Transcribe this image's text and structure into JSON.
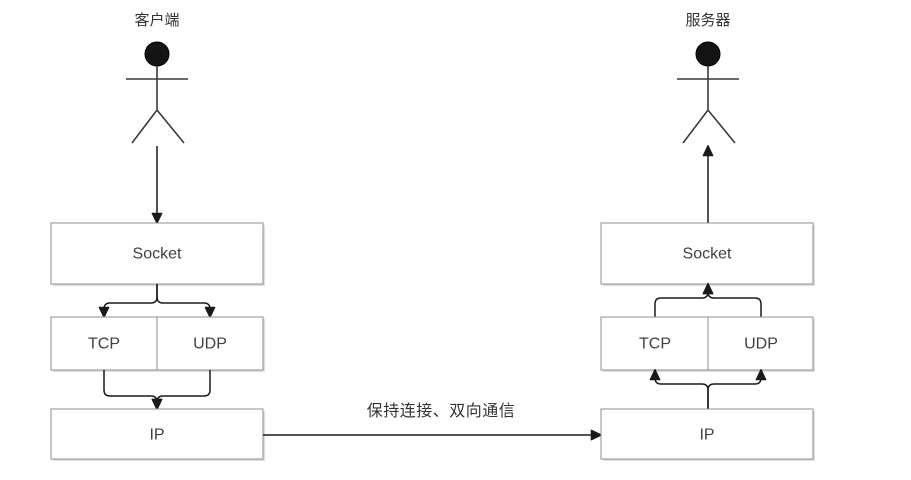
{
  "diagram": {
    "title_context": "Socket communication layers between client and server",
    "client": {
      "actor_label": "客户端",
      "layers": {
        "socket": "Socket",
        "tcp": "TCP",
        "udp": "UDP",
        "ip": "IP"
      }
    },
    "server": {
      "actor_label": "服务器",
      "layers": {
        "socket": "Socket",
        "tcp": "TCP",
        "udp": "UDP",
        "ip": "IP"
      }
    },
    "link": {
      "label": "保持连接、双向通信"
    },
    "colors": {
      "background": "#ffffff",
      "box_border": "#8f8f8f",
      "box_fill": "#ffffff",
      "box_shadow": "#c2c2c2",
      "edge_line": "#1a1a1a",
      "box_text": "#404040",
      "label_text": "#333333",
      "actor_head": "#141414"
    }
  }
}
